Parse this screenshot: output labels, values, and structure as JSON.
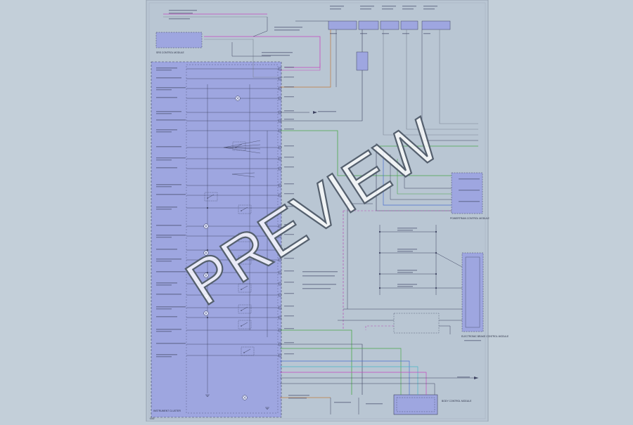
{
  "watermark": "PREVIEW",
  "colors": {
    "page": "#c3cfd9",
    "sheet": "#b9c6d3",
    "module": "#9ea6e0",
    "wire": "#3d4260",
    "pink": "#c848c0",
    "green": "#4aa84a",
    "blue": "#4a6fd0",
    "cyan": "#46b7c8",
    "orange": "#c07a3a",
    "gray": "#7c8796",
    "dash": "#b44fb4"
  },
  "modules": {
    "main": {
      "label": "INSTRUMENT CLUSTER"
    },
    "top_left": {
      "label": "SRS CONTROL MODULE"
    },
    "right_a": {
      "label": "POWERTRAIN CONTROL MODULE"
    },
    "right_b": {
      "label": "ELECTRONIC BRAKE CONTROL MODULE"
    },
    "bottom": {
      "label": "BODY CONTROL MODULE"
    }
  },
  "text": {
    "corner": "G00"
  }
}
